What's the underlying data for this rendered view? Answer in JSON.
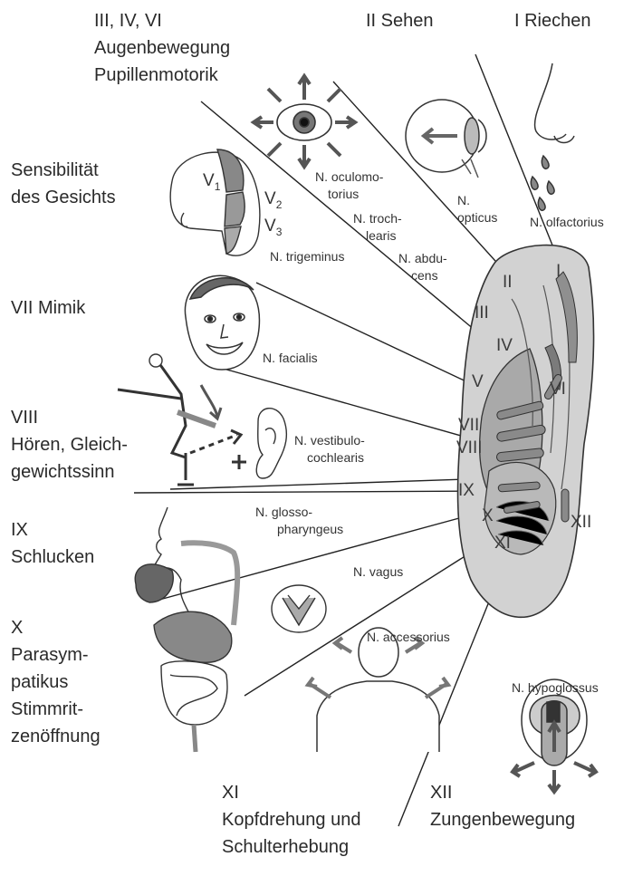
{
  "function_labels": {
    "eye_movement": [
      "III, IV, VI",
      "Augenbewegung",
      "Pupillenmotorik"
    ],
    "vision": "II Sehen",
    "smell": "I Riechen",
    "face_sensitivity": [
      "Sensibilität",
      "des Gesichts"
    ],
    "facial_expression": "VII Mimik",
    "hearing_balance": [
      "VIII",
      "Hören, Gleich-",
      "gewichtssinn"
    ],
    "swallowing": [
      "IX",
      "Schlucken"
    ],
    "vagus_functions": [
      "X",
      "Parasym-",
      "patikus",
      "Stimmrit-",
      "zenöffnung"
    ],
    "head_shoulder": [
      "XI",
      "Kopfdrehung und",
      "Schulterhebung"
    ],
    "tongue_movement": [
      "XII",
      "Zungenbewegung"
    ]
  },
  "nerve_labels": {
    "oculomotorius": [
      "N. oculomo-",
      "torius"
    ],
    "trochlearis": [
      "N. troch-",
      "learis"
    ],
    "abducens": [
      "N. abdu-",
      "cens"
    ],
    "opticus": [
      "N.",
      "opticus"
    ],
    "olfactorius": "N. olfactorius",
    "trigeminus": "N. trigeminus",
    "facialis": "N. facialis",
    "vestibulocochlearis": [
      "N. vestibulo-",
      "cochlearis"
    ],
    "glossopharyngeus": [
      "N. glosso-",
      "pharyngeus"
    ],
    "vagus": "N. vagus",
    "accessorius": "N. accessorius",
    "hypoglossus": "N. hypoglossus"
  },
  "trigeminal_branches": {
    "v1": {
      "letter": "V",
      "index": "1"
    },
    "v2": {
      "letter": "V",
      "index": "2"
    },
    "v3": {
      "letter": "V",
      "index": "3"
    }
  },
  "roman_numerals": [
    "I",
    "II",
    "III",
    "IV",
    "V",
    "VI",
    "VII",
    "VIII",
    "IX",
    "X",
    "XI",
    "XII"
  ]
}
